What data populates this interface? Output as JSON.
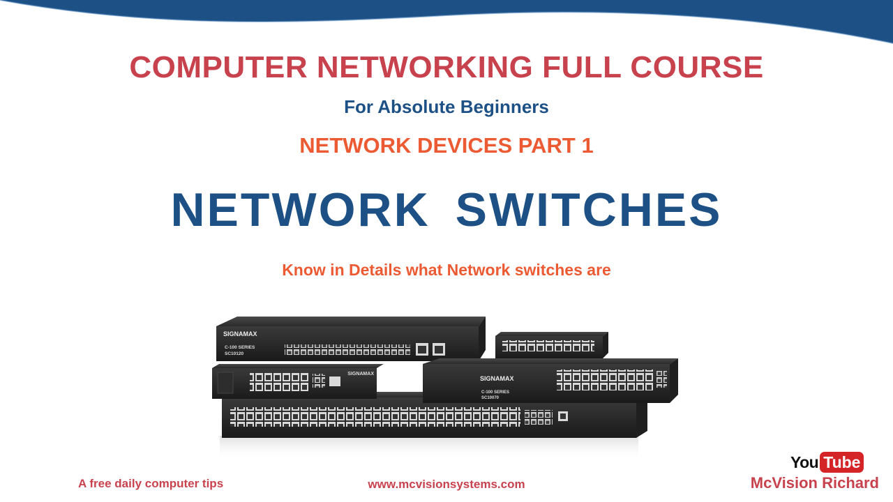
{
  "title": "COMPUTER NETWORKING FULL COURSE",
  "subtitle": "For Absolute Beginners",
  "part": "NETWORK DEVICES PART 1",
  "heading": "NETWORK  SWITCHES",
  "tagline": "Know in Details what Network switches are",
  "footer": {
    "left": "A free daily computer tips",
    "center": "www.mcvisionsystems.com",
    "channel": "McVision Richard"
  },
  "logo": {
    "you": "You",
    "tube": "Tube"
  },
  "devices": {
    "brand": "SIGNAMAX",
    "series": "C-100 SERIES",
    "model_a": "SC10120",
    "model_b": "SC10070"
  },
  "colors": {
    "wave": "#1d5186",
    "title": "#c8424e",
    "heading": "#1d5186",
    "accent": "#ec5a33"
  }
}
